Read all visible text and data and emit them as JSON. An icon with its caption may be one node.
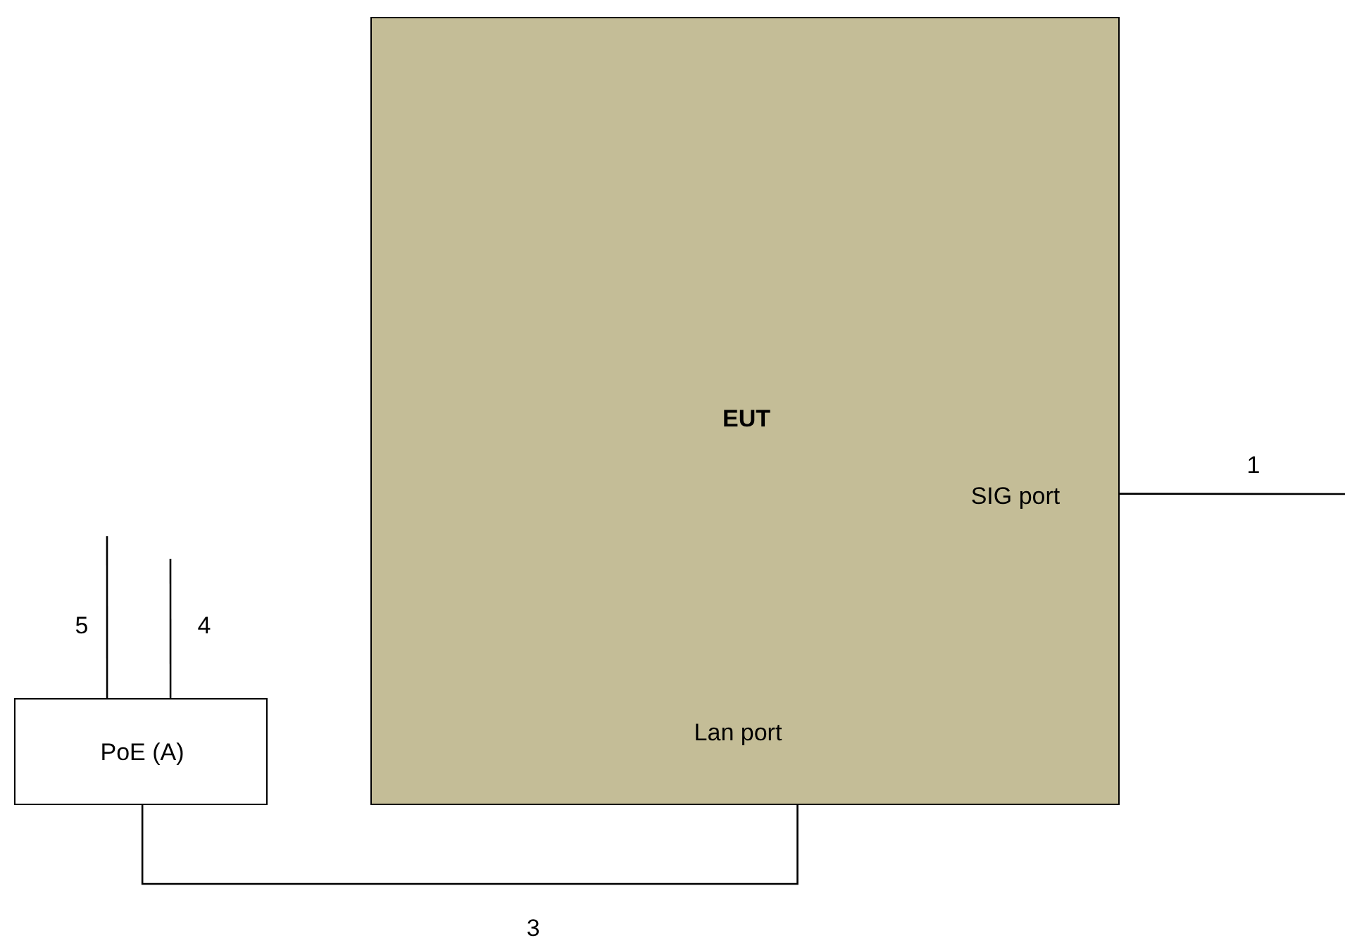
{
  "diagram": {
    "nodes": [
      {
        "text": [
          "EUT",
          "SIG port",
          "Lan port"
        ]
      },
      {
        "text": [
          "PoE (A)"
        ]
      }
    ],
    "edges": [
      {
        "from": 0,
        "to": null,
        "arrow": "none",
        "label": "1"
      },
      {
        "from": 1,
        "to": 0,
        "arrow": "none",
        "label": "3"
      },
      {
        "from": 1,
        "to": null,
        "arrow": "none",
        "label": "5"
      },
      {
        "from": 1,
        "to": null,
        "arrow": "none",
        "label": "4"
      }
    ]
  }
}
